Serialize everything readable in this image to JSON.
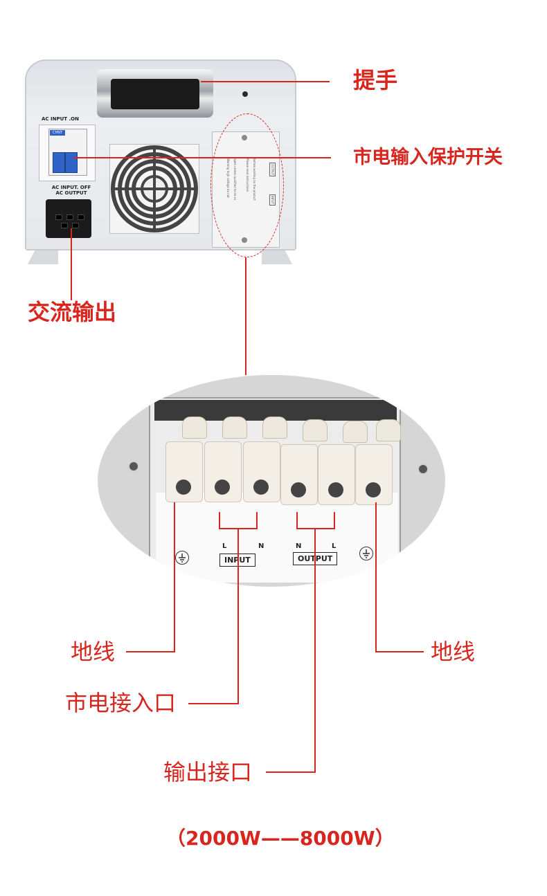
{
  "callouts": {
    "handle": "提手",
    "mains_breaker": "市电输入保护开关",
    "ac_output": "交流输出",
    "ground_left": "地线",
    "ground_right": "地线",
    "mains_input": "市电接入口",
    "output_port": "输出接口"
  },
  "device_labels": {
    "ac_input_on": "AC INPUT .ON",
    "ac_input_off": "AC INPUT. OFF",
    "ac_output": "AC OUTPUT",
    "breaker_brand": "CHNT",
    "cover_warning_1": "Warning high voltage do not",
    "cover_warning_2": "open unless qualified to do so",
    "cover_warning_3": "Please read instructions",
    "cover_warning_4": "before working on the product",
    "cover_output": "OUTPUT",
    "cover_input": "INPUT"
  },
  "terminal_plate": {
    "input_box": "INPUT",
    "output_box": "OUTPUT",
    "input_l": "L",
    "input_n": "N",
    "output_n": "N",
    "output_l": "L"
  },
  "power_range": "（2000W——8000W）",
  "colors": {
    "accent_red": "#d8251d",
    "breaker_blue": "#2f63c8"
  },
  "icons": [
    "ground-icon",
    "fan-grille-icon",
    "handle-icon"
  ]
}
